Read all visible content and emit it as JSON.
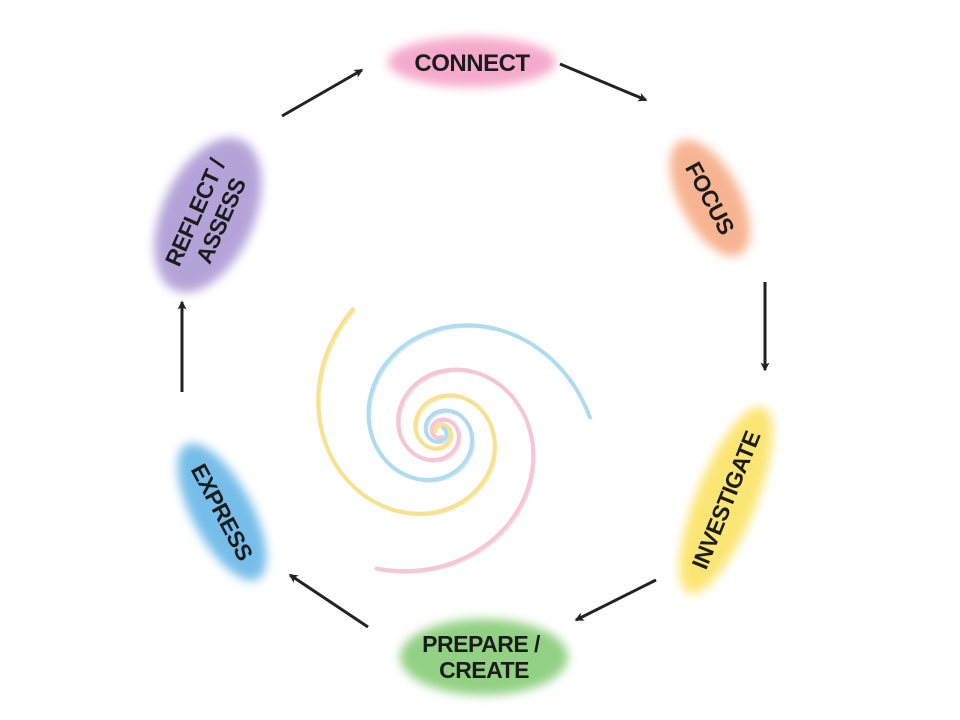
{
  "diagram": {
    "stages": [
      {
        "id": "connect",
        "lines": [
          "CONNECT"
        ],
        "color": "#f49cc2"
      },
      {
        "id": "focus",
        "lines": [
          "FOCUS"
        ],
        "color": "#f6a77f"
      },
      {
        "id": "investigate",
        "lines": [
          "INVESTIGATE"
        ],
        "color": "#fbe15c"
      },
      {
        "id": "prepare-create",
        "lines": [
          "PREPARE /",
          "CREATE"
        ],
        "color": "#7fc96e"
      },
      {
        "id": "express",
        "lines": [
          "EXPRESS"
        ],
        "color": "#5fb2e6"
      },
      {
        "id": "reflect-assess",
        "lines": [
          "REFLECT /",
          "ASSESS"
        ],
        "color": "#a794d2"
      }
    ],
    "spiral_colors": {
      "pink": "#f5c0d2",
      "yellow": "#f7df85",
      "blue": "#a9d8ee"
    },
    "arrow_color": "#222222"
  }
}
